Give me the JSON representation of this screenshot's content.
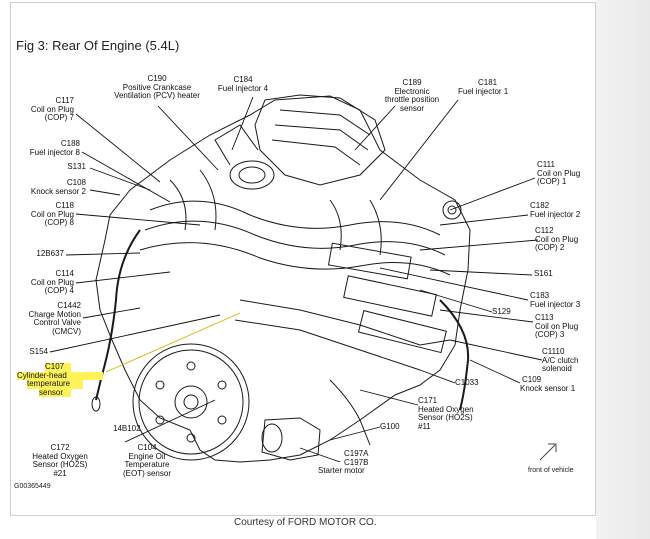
{
  "title": "Fig 3: Rear Of Engine (5.4L)",
  "credit": "Courtesy of FORD MOTOR CO.",
  "figure_id": "G00365449",
  "front_label": "front of vehicle",
  "highlight_color": "#fff35a",
  "labels": {
    "c117": [
      "C117",
      "Coil on Plug",
      "(COP) 7"
    ],
    "c188": [
      "C188",
      "Fuel injector 8"
    ],
    "s131": [
      "S131"
    ],
    "c108": [
      "C108",
      "Knock sensor 2"
    ],
    "c118": [
      "C118",
      "Coil on Plug",
      "(COP) 8"
    ],
    "b637": [
      "12B637"
    ],
    "c114": [
      "C114",
      "Coil on Plug",
      "(COP) 4"
    ],
    "c1442": [
      "C1442",
      "Charge Motion",
      "Control Valve",
      "(CMCV)"
    ],
    "s154": [
      "S154"
    ],
    "c107": [
      "C107",
      "Cylinder-head",
      "temperature",
      "sensor"
    ],
    "c172": [
      "C172",
      "Heated Oxygen",
      "Sensor (HO2S)",
      "#21"
    ],
    "b102": [
      "14B102"
    ],
    "c104": [
      "C104",
      "Engine Oil",
      "Temperature",
      "(EOT) sensor"
    ],
    "c190": [
      "C190",
      "Positive Crankcase",
      "Ventilation (PCV) heater"
    ],
    "c184": [
      "C184",
      "Fuel injector 4"
    ],
    "c189": [
      "C189",
      "Electronic",
      "throttle position",
      "sensor"
    ],
    "c181": [
      "C181",
      "Fuel injector 1"
    ],
    "c111": [
      "C111",
      "Coil on Plug",
      "(COP) 1"
    ],
    "c182": [
      "C182",
      "Fuel injector 2"
    ],
    "c112": [
      "C112",
      "Coil on Plug",
      "(COP) 2"
    ],
    "s161": [
      "S161"
    ],
    "c183": [
      "C183",
      "Fuel injector 3"
    ],
    "s129": [
      "S129"
    ],
    "c113": [
      "C113",
      "Coil on Plug",
      "(COP) 3"
    ],
    "c1110": [
      "C1110",
      "A/C clutch",
      "solenoid"
    ],
    "c1033": [
      "C1033"
    ],
    "c109": [
      "C109",
      "Knock sensor 1"
    ],
    "c171": [
      "C171",
      "Heated Oxygen",
      "Sensor (HO2S)",
      "#11"
    ],
    "g100": [
      "G100"
    ],
    "c197": [
      "C197A",
      "C197B",
      "Starter motor"
    ]
  }
}
